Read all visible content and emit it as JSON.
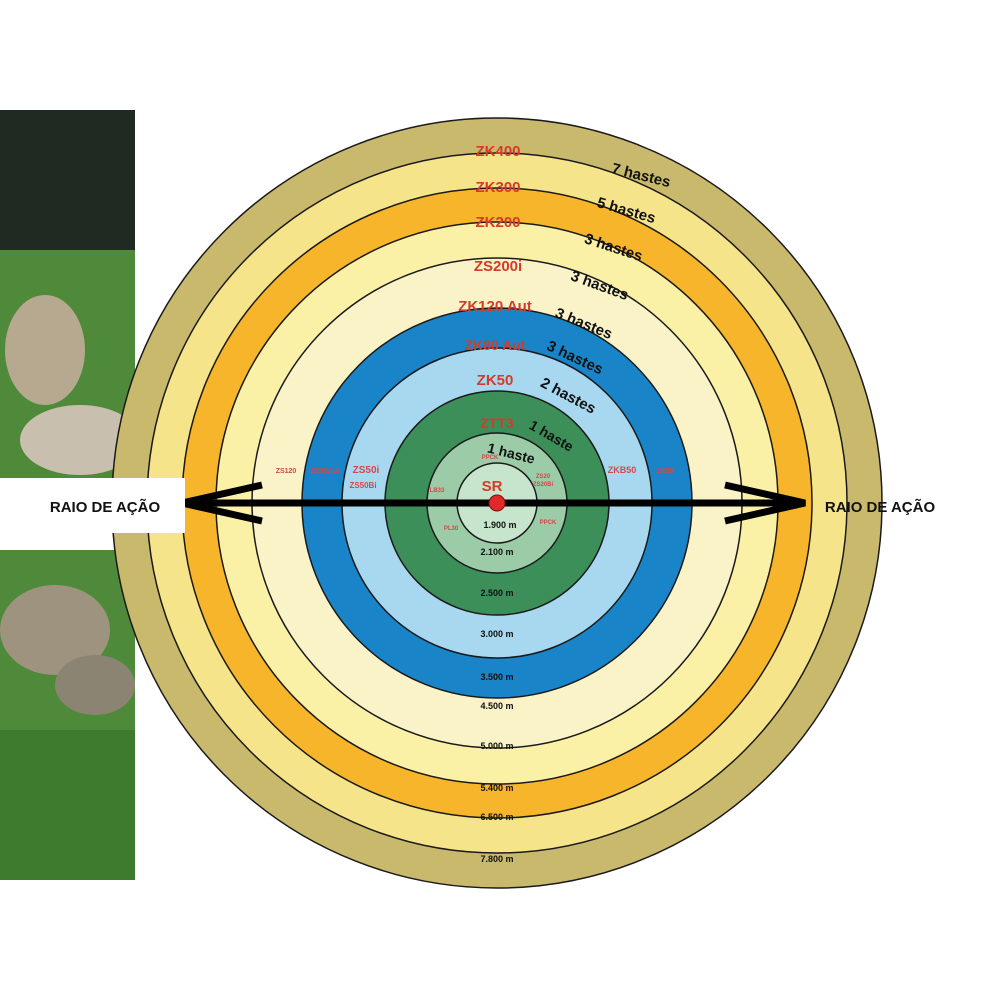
{
  "photo": {
    "subject": "cows grazing on grass (decorative photo strip)"
  },
  "diagram": {
    "center_label": "SR",
    "side_label_left": "RAIO DE AÇÃO",
    "side_label_right": "RAIO DE AÇÃO",
    "rings": [
      {
        "model": "ZK400",
        "stakes": "7 hastes",
        "range": "7.800 m",
        "color": "#c9b96d"
      },
      {
        "model": "ZK300",
        "stakes": "5 hastes",
        "range": "6.500 m",
        "color": "#f6e48b"
      },
      {
        "model": "ZK200",
        "stakes": "3 hastes",
        "range": "5.400 m",
        "color": "#f7b52b"
      },
      {
        "model": "ZS200i",
        "stakes": "3 hastes",
        "range": "5.000 m",
        "color": "#faf0a6"
      },
      {
        "model": "ZK120 Aut",
        "stakes": "3 hastes",
        "range": "4.500 m",
        "color": "#fbf3c8"
      },
      {
        "model": "ZK80 Aut",
        "stakes": "3 hastes",
        "range": "3.500 m",
        "color": "#1985c8"
      },
      {
        "model": "ZK50",
        "stakes": "2 hastes",
        "range": "3.000 m",
        "color": "#a8d8f0"
      },
      {
        "model": "ZTT3",
        "stakes": "1 haste",
        "range": "2.500 m",
        "color": "#3d8f5a"
      },
      {
        "model": "",
        "stakes": "1 haste",
        "range": "2.100 m",
        "color": "#9ccba7"
      },
      {
        "model": "",
        "stakes": "",
        "range": "1.900 m",
        "color": "#c7e4cc"
      }
    ],
    "small_labels": {
      "left_outer": "ZS120",
      "left_mid": "ZK80Aut",
      "zs50i": "ZS50i",
      "zs50bi": "ZS50Bi",
      "lb33": "LB33",
      "pl30": "PL30",
      "ppck_top": "PPCK",
      "ppck_bottom": "PPCK",
      "zs20": "ZS20",
      "zs20bi": "ZS20Bi",
      "zkb50": "ZKB50",
      "zk50_right": "ZK50"
    },
    "colors": {
      "model_text": "#d63a2a",
      "stake_text": "#111111",
      "range_text": "#111111",
      "small_text": "#cf4a4a",
      "arrow": "#000000",
      "center_dot": "#e02a2a"
    }
  }
}
